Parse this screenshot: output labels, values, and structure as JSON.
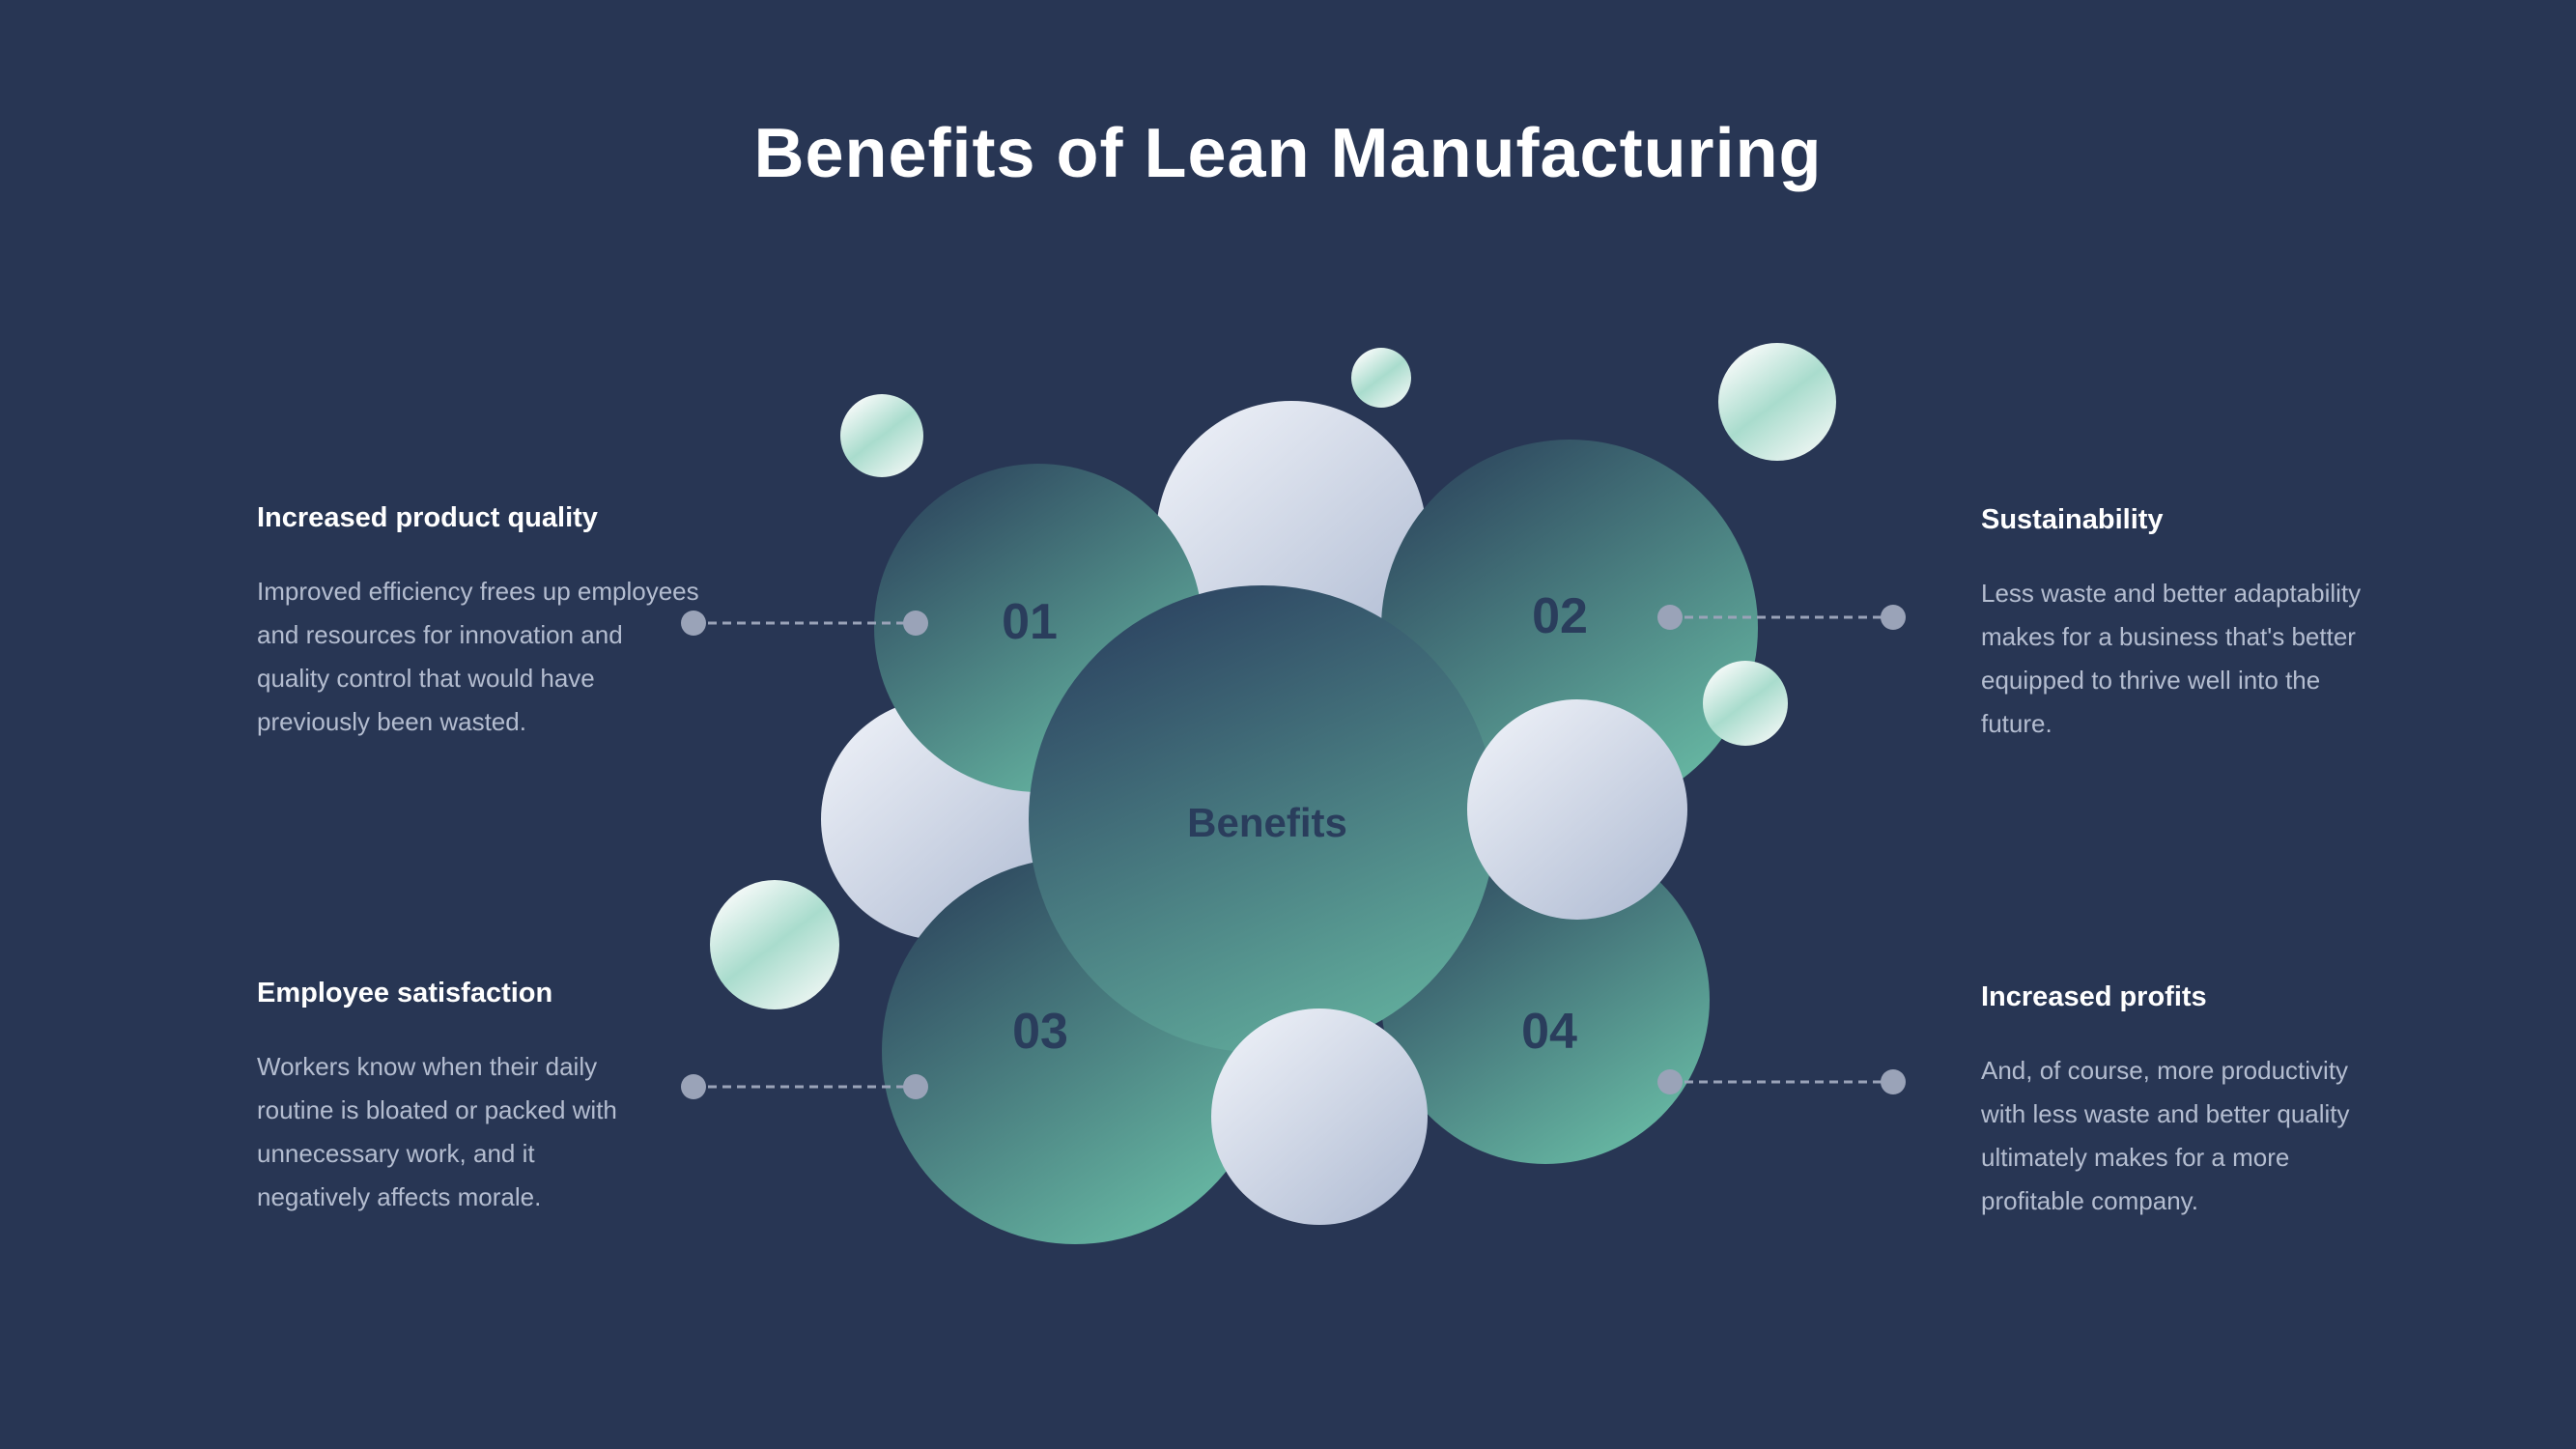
{
  "title": "Benefits of Lean Manufacturing",
  "center_label": "Benefits",
  "benefits": [
    {
      "number": "01",
      "heading": "Increased product quality",
      "text": "Improved efficiency frees up employees and resources for innovation and quality control that would have previously been wasted."
    },
    {
      "number": "02",
      "heading": "Sustainability",
      "text": "Less waste and better adaptability makes for a business that's better equipped to thrive well into the future."
    },
    {
      "number": "03",
      "heading": "Employee satisfaction",
      "text": "Workers know when their daily routine is bloated or packed with unnecessary work, and it negatively affects morale."
    },
    {
      "number": "04",
      "heading": "Increased profits",
      "text": "And, of course, more productivity with less waste and better quality ultimately makes for a more profitable company."
    }
  ],
  "colors": {
    "background": "#283654",
    "teal_light": "#67b8a3",
    "teal_dark": "#2f4a60",
    "silver_light": "#e8ecf4",
    "silver_dark": "#b8c2d8",
    "connector": "#9aa3b8",
    "number_text": "#2a3d5c"
  }
}
